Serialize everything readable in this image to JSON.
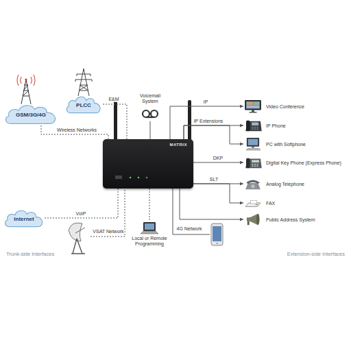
{
  "diagram": {
    "nodes": [
      {
        "text": [
          "MATRIX"
        ]
      },
      {
        "text": [
          "GSM/3G/4G"
        ]
      },
      {
        "text": [
          "PLCC"
        ]
      },
      {
        "text": [
          "Internet"
        ]
      },
      {
        "text": [
          "Voicemail System"
        ]
      },
      {
        "text": [
          "Local or Remote Programming"
        ]
      },
      {
        "text": [
          "Video Conference"
        ]
      },
      {
        "text": [
          "IP Phone"
        ]
      },
      {
        "text": [
          "PC with Softphone"
        ]
      },
      {
        "text": [
          "Digital Key Phone (Express Phone)"
        ]
      },
      {
        "text": [
          "Analog Telephone"
        ]
      },
      {
        "text": [
          "FAX"
        ]
      },
      {
        "text": [
          "Public Address System"
        ]
      }
    ],
    "edges": [
      {
        "from": 0,
        "to": 1,
        "label": "Wireless Networks",
        "arrow": "none"
      },
      {
        "from": 0,
        "to": 2,
        "label": "E&M",
        "arrow": "none"
      },
      {
        "from": 0,
        "to": 3,
        "label": "VoIP",
        "arrow": "none"
      },
      {
        "from": 0,
        "to": 4,
        "arrow": "none"
      },
      {
        "from": 0,
        "to": 5,
        "arrow": "none"
      },
      {
        "from": 0,
        "to": 6,
        "label": "IP",
        "arrow": "to"
      },
      {
        "from": 0,
        "to": 7,
        "label": "IP Extensions",
        "arrow": "to"
      },
      {
        "from": 0,
        "to": 8,
        "arrow": "to"
      },
      {
        "from": 0,
        "to": 9,
        "label": "DKP",
        "arrow": "to"
      },
      {
        "from": 0,
        "to": 10,
        "label": "SLT",
        "arrow": "to"
      },
      {
        "from": 0,
        "to": 11,
        "arrow": "to"
      },
      {
        "from": 0,
        "to": 12,
        "arrow": "to"
      }
    ],
    "labels": [
      "VSAT Network",
      "4G Network",
      "Trunk-side Interfaces",
      "Extension-side Interfaces"
    ]
  }
}
